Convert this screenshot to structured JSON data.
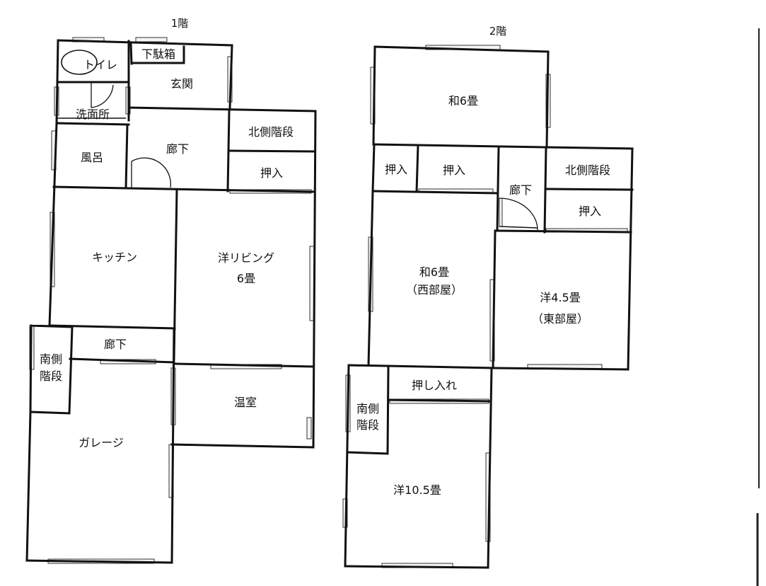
{
  "floor1": {
    "title": "1階",
    "rooms": {
      "toilet": "トイレ",
      "shoe_box": "下駄箱",
      "entrance": "玄関",
      "washroom": "洗面所",
      "bath": "風呂",
      "corridor_north": "廊下",
      "north_stairs": "北側階段",
      "closet": "押入",
      "kitchen": "キッチン",
      "living_line1": "洋リビング",
      "living_line2": "6畳",
      "corridor_south": "廊下",
      "south_stairs_line1": "南側",
      "south_stairs_line2": "階段",
      "greenhouse": "温室",
      "garage": "ガレージ"
    }
  },
  "floor2": {
    "title": "2階",
    "rooms": {
      "washitsu_north": "和6畳",
      "closet_west_small": "押入",
      "closet_west": "押入",
      "corridor": "廊下",
      "north_stairs": "北側階段",
      "closet_east": "押入",
      "washitsu_west_line1": "和6畳",
      "washitsu_west_line2": "（西部屋）",
      "western_east_line1": "洋4.5畳",
      "western_east_line2": "（東部屋）",
      "closet_south": "押し入れ",
      "south_stairs_line1": "南側",
      "south_stairs_line2": "階段",
      "western_large": "洋10.5畳"
    }
  }
}
